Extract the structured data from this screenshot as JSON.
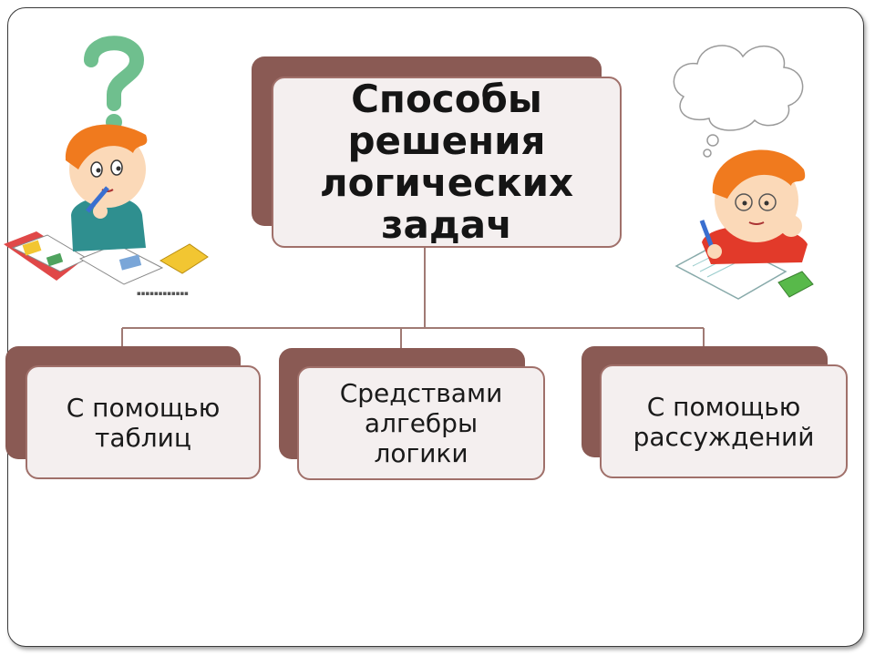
{
  "diagram": {
    "root": {
      "text": "Способы решения логических задач"
    },
    "children": [
      {
        "text": "С помощью таблиц"
      },
      {
        "text": "Средствами алгебры логики"
      },
      {
        "text": "С помощью рассуждений"
      }
    ]
  },
  "colors": {
    "node_back": "#8a5a54",
    "node_front": "#f4efef",
    "node_border": "#a0706a",
    "connector": "#a07a74"
  },
  "illustrations": {
    "left": {
      "icon": "boy-question-mark-icon"
    },
    "right": {
      "icon": "boy-thinking-cloud-icon"
    }
  }
}
